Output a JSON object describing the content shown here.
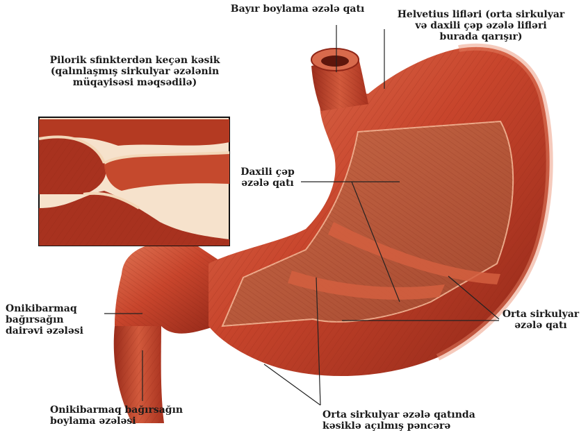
{
  "labels": {
    "outer_longitudinal": [
      "Bayır boylama əzələ qatı"
    ],
    "helvetius": [
      "Helvetius lifləri (orta sirkulyar",
      "və daxili çəp əzələ lifləri",
      "burada qarışır)"
    ],
    "pyloric_section": [
      "Pilorik sfinkterdən keçən kəsik",
      "(qalınlaşmış sirkulyar əzələnin",
      "müqayisəsi məqsədilə)"
    ],
    "inner_oblique": [
      "Daxili çəp",
      "əzələ qatı"
    ],
    "duodenum_circular": [
      "Onikibarmaq",
      "bağırsağın",
      "dairəvi əzələsi"
    ],
    "middle_circular": [
      "Orta sirkulyar",
      "əzələ qatı"
    ],
    "duodenum_longitudinal": [
      "Onikibarmaq bağırsağın",
      "boylama əzələsi"
    ],
    "window": [
      "Orta sirkulyar əzələ qatında",
      "kəsiklə açılmış pəncərə"
    ]
  },
  "colors": {
    "muscle": "#c8452c",
    "muscle_dark": "#8f2617",
    "muscle_light": "#e0785a",
    "window": "#b9583a",
    "leader": "#222222",
    "inset_border": "#111111"
  }
}
